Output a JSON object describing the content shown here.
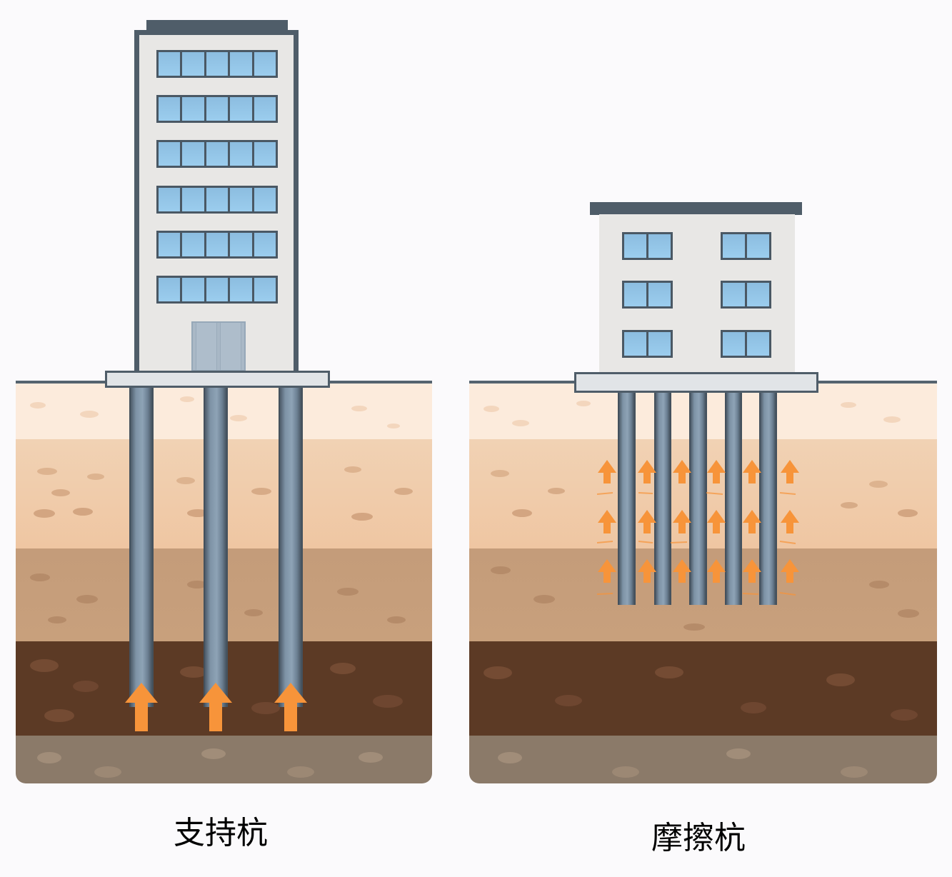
{
  "diagram": {
    "type": "pile foundation comparison",
    "panels": [
      {
        "id": "end-bearing",
        "label": "支持杭",
        "building": {
          "floors": 6,
          "windows_per_floor": 5,
          "has_door": true
        },
        "pile_count": 3,
        "force_arrows": "single large upward arrow at each pile tip",
        "pile_reaches_layer": "dark bearing layer"
      },
      {
        "id": "friction",
        "label": "摩擦杭",
        "building": {
          "floors": 3,
          "windows_per_floor": 2,
          "has_door": false
        },
        "pile_count": 5,
        "force_arrows": "rows of small upward arrows along pile shafts (3 rows x 6 columns)",
        "pile_reaches_layer": "medium soil layer"
      }
    ],
    "soil_layers": [
      {
        "name": "topsoil",
        "color": "#fcebdc"
      },
      {
        "name": "sand",
        "color": "#efc9a6"
      },
      {
        "name": "clay",
        "color": "#c49a76"
      },
      {
        "name": "bearing-stratum",
        "color": "#5e3a24"
      },
      {
        "name": "gravel",
        "color": "#8c7a68"
      }
    ],
    "colors": {
      "arrow": "#f7943a",
      "pile": "#7a8ea2",
      "outline": "#4f5d69",
      "window": "#93c6e9",
      "wall": "#e8e7e5"
    }
  }
}
